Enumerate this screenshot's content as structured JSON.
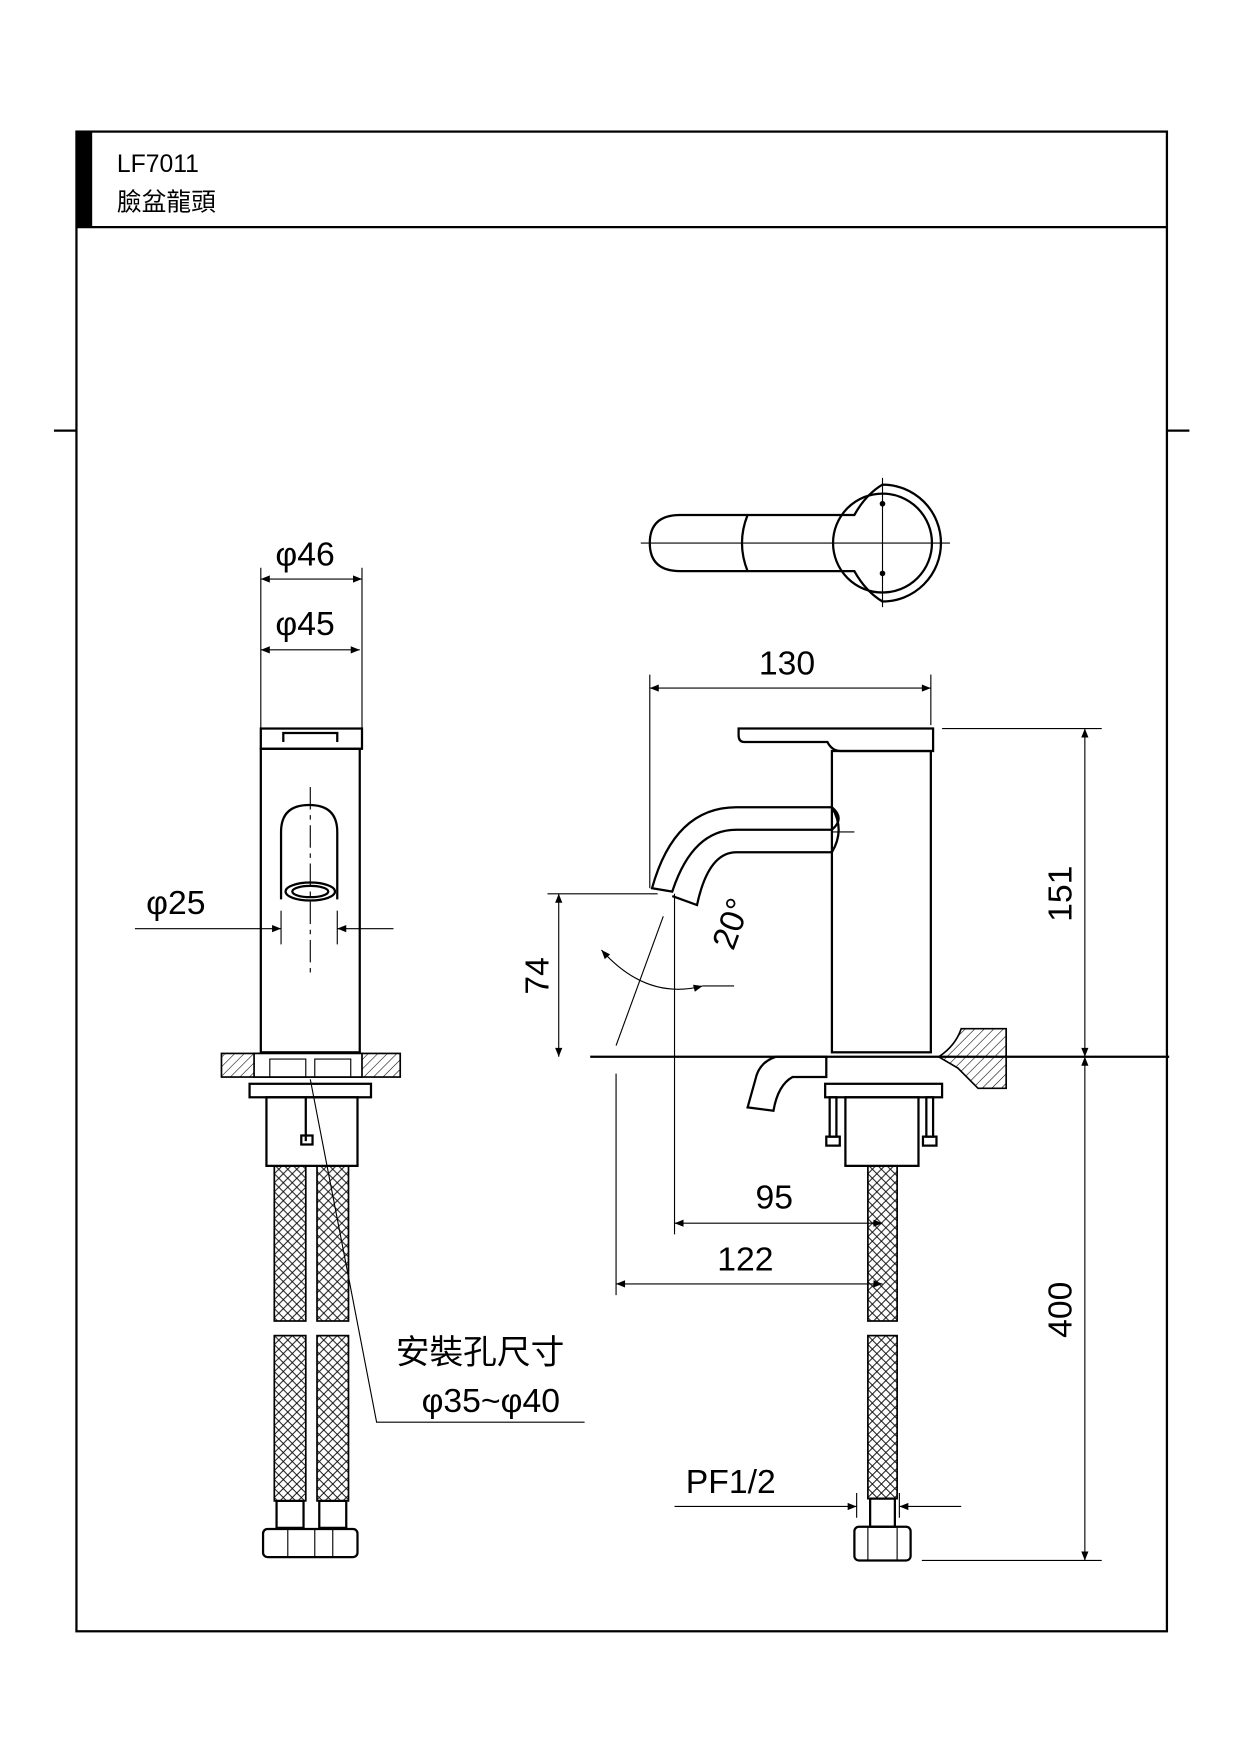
{
  "title_block": {
    "model": "LF7011",
    "name": "臉盆龍頭"
  },
  "dimensions": {
    "phi46": "φ46",
    "phi45": "φ45",
    "phi25": "φ25",
    "width_130": "130",
    "height_151": "151",
    "height_74": "74",
    "angle_20": "20°",
    "reach_95": "95",
    "reach_122": "122",
    "hose_400": "400",
    "thread": "PF1/2"
  },
  "notes": {
    "hole_label": "安裝孔尺寸",
    "hole_range": "φ35~φ40"
  },
  "colors": {
    "line": "#000000",
    "background": "#ffffff"
  }
}
